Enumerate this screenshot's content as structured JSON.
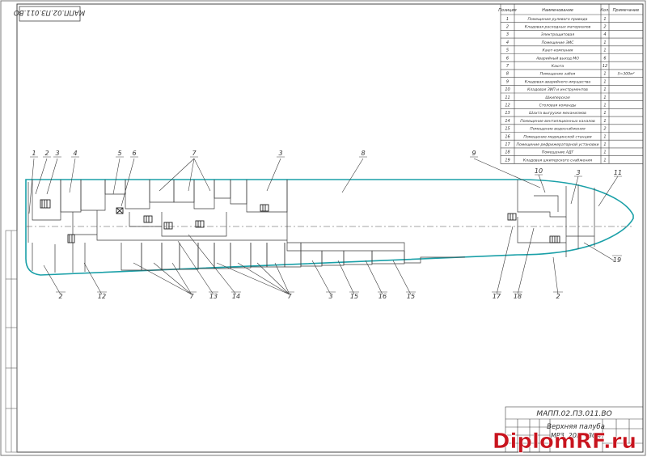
{
  "drawing_code_rotated": "МАПП.02.ПЗ.011.ВО",
  "table": {
    "headers": {
      "pos": "Позиция",
      "name": "Наименование",
      "qty": "Кол.",
      "note": "Примечание"
    },
    "rows": [
      {
        "pos": "1",
        "name": "Помещение рулевого привода",
        "qty": "1",
        "note": ""
      },
      {
        "pos": "2",
        "name": "Кладовая расходных материалов",
        "qty": "2",
        "note": ""
      },
      {
        "pos": "3",
        "name": "Электрощитовая",
        "qty": "4",
        "note": ""
      },
      {
        "pos": "4",
        "name": "Помещение ЭИС",
        "qty": "1",
        "note": ""
      },
      {
        "pos": "5",
        "name": "Кают-компания",
        "qty": "1",
        "note": ""
      },
      {
        "pos": "6",
        "name": "Аварийный выход МО",
        "qty": "6",
        "note": ""
      },
      {
        "pos": "7",
        "name": "Каюта",
        "qty": "12",
        "note": ""
      },
      {
        "pos": "8",
        "name": "Помещение забоя",
        "qty": "1",
        "note": "S=300м²"
      },
      {
        "pos": "9",
        "name": "Кладовая аварийного имущества",
        "qty": "1",
        "note": ""
      },
      {
        "pos": "10",
        "name": "Кладовая ЗИП и инструментов",
        "qty": "1",
        "note": ""
      },
      {
        "pos": "11",
        "name": "Шкиперская",
        "qty": "1",
        "note": ""
      },
      {
        "pos": "12",
        "name": "Столовая команды",
        "qty": "1",
        "note": ""
      },
      {
        "pos": "13",
        "name": "Шахта выгрузки механизмов",
        "qty": "1",
        "note": ""
      },
      {
        "pos": "14",
        "name": "Помещение вентиляционных каналов",
        "qty": "1",
        "note": ""
      },
      {
        "pos": "15",
        "name": "Помещение водоснабжения",
        "qty": "2",
        "note": ""
      },
      {
        "pos": "16",
        "name": "Помещение медицинской станции",
        "qty": "1",
        "note": ""
      },
      {
        "pos": "17",
        "name": "Помещение рефрижераторной установки",
        "qty": "1",
        "note": ""
      },
      {
        "pos": "18",
        "name": "Помещение АДГ",
        "qty": "1",
        "note": ""
      },
      {
        "pos": "19",
        "name": "Кладовая шкиперского снабжения",
        "qty": "1",
        "note": ""
      }
    ]
  },
  "callouts": {
    "top": [
      "1",
      "2",
      "3",
      "4",
      "5",
      "6",
      "7",
      "3",
      "8",
      "9",
      "10",
      "3",
      "11"
    ],
    "bottom": [
      "2",
      "12",
      "7",
      "13",
      "14",
      "7",
      "3",
      "15",
      "16",
      "15",
      "17",
      "18",
      "2",
      "19"
    ]
  },
  "title_block": {
    "code": "МАПП.02.ПЗ.011.ВО",
    "title_line1": "Верхняя палуба",
    "title_line2": "МРЗ. 20м - 30м"
  },
  "watermark": "DiplomRF.ru",
  "colors": {
    "hull": "#1aa0a8",
    "line": "#3a3a3a",
    "watermark": "#c8141e"
  }
}
